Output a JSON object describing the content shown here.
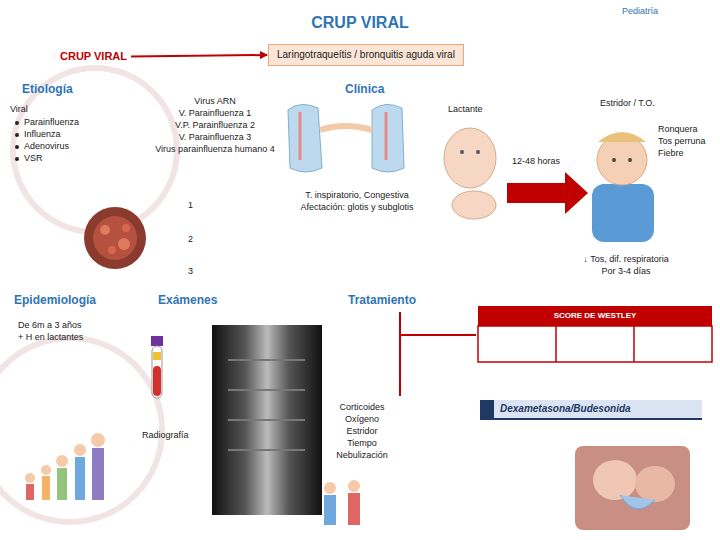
{
  "diagram": {
    "title": "CRUP VIRAL",
    "nodes": [
      {
        "text": [
          "CRUP VIRAL"
        ]
      },
      {
        "text": [
          "Laringotraqueítis / bronquitis aguda viral"
        ]
      },
      {
        "text": [
          "SCORE DE WESTLEY"
        ]
      },
      {
        "text": [
          "Dexametasona/Budesonida"
        ]
      }
    ],
    "edges": [
      {
        "from": 0,
        "to": 1,
        "arrow": "to"
      }
    ],
    "labels": [
      "Pediatría",
      "Etiología",
      "Viral",
      "Parainfluenza",
      "Influenza",
      "Adenovirus",
      "VSR",
      "Virus ARN",
      "V. Parainfluenza 1",
      "V.P. Parainfluenza 2",
      "V. Parainfluenza 3",
      "Virus parainfluenza humano 4",
      "1",
      "2",
      "3",
      "Clínica",
      "T. inspiratorio, Congestiva",
      "Afectación: glotis y subglotis",
      "Lactante",
      "12-48 horas",
      "Estridor / T.O.",
      "Ronquera",
      "Tos perruna",
      "Fiebre",
      "↓ Tos, dif. respiratoria",
      "Por 3-4 días",
      "Epidemiología",
      "Exámenes",
      "Tratamiento",
      "De 6m a 3 años",
      "+ H en lactantes",
      "Radiografía",
      "Corticoides",
      "Oxígeno",
      "Estridor",
      "Tiempo",
      "Nebulización"
    ]
  }
}
